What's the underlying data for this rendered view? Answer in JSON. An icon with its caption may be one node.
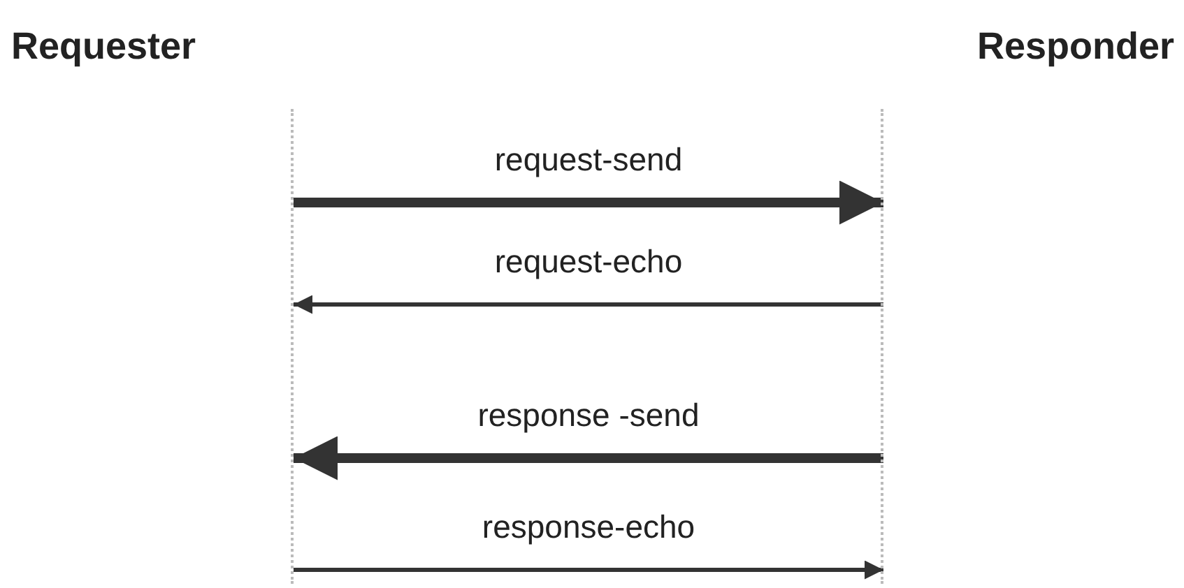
{
  "diagram": {
    "nodes": [
      {
        "text": [
          "Requester"
        ]
      },
      {
        "text": [
          "Responder"
        ]
      }
    ],
    "edges": [
      {
        "from": 0,
        "to": 1,
        "arrow": "to",
        "label": "request-send",
        "style": "thick"
      },
      {
        "from": 1,
        "to": 0,
        "arrow": "to",
        "label": "request-echo"
      },
      {
        "from": 1,
        "to": 0,
        "arrow": "to",
        "label": "response -send",
        "style": "thick"
      },
      {
        "from": 0,
        "to": 1,
        "arrow": "to",
        "label": "response-echo"
      }
    ]
  }
}
